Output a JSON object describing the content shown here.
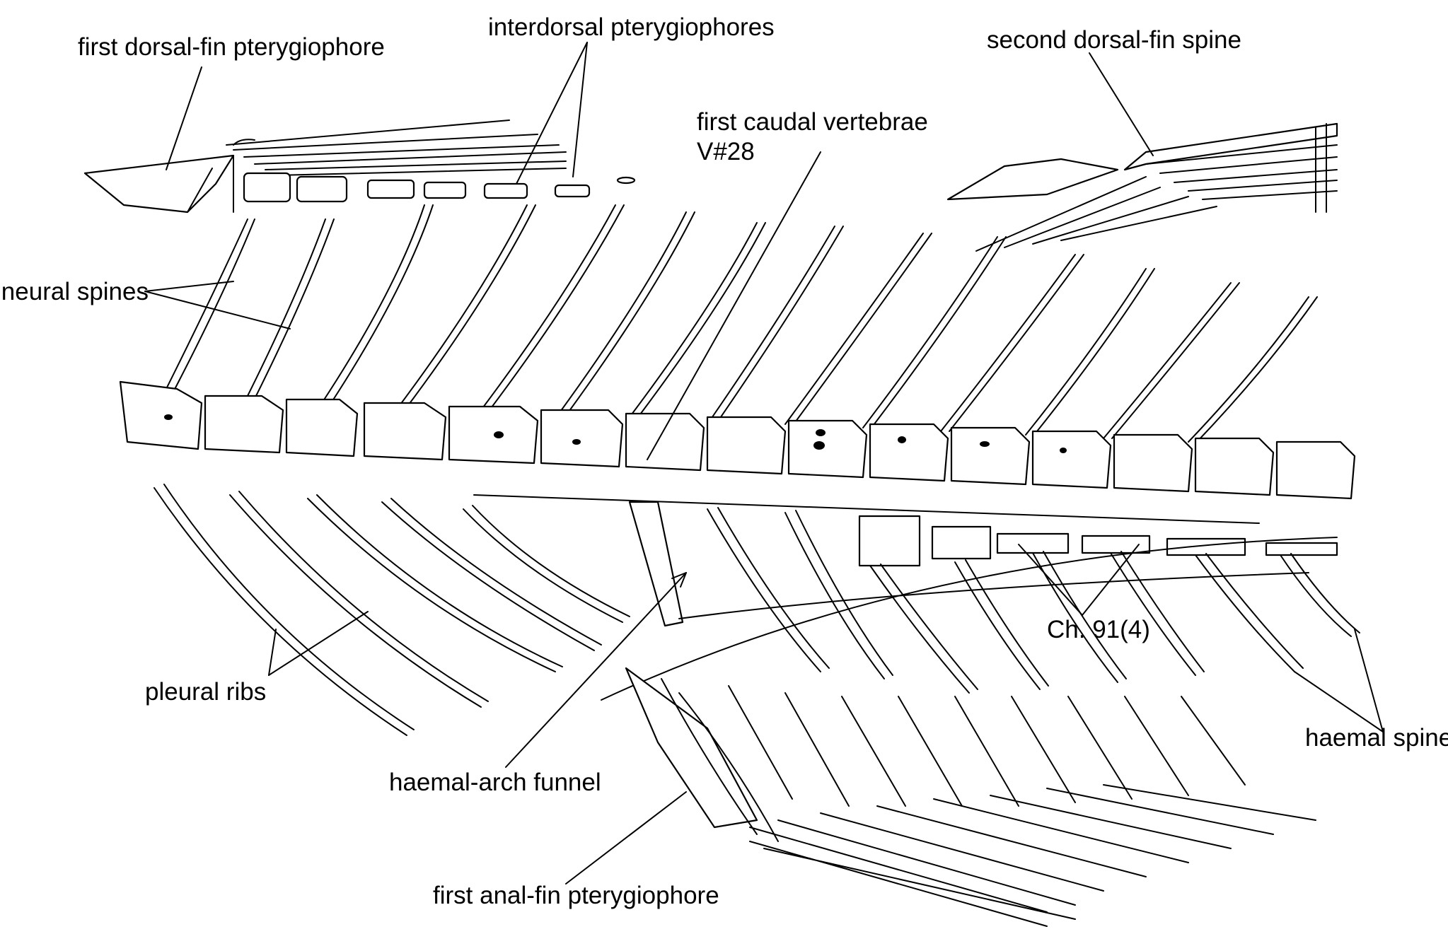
{
  "labels": {
    "first_dorsal_fin_pterygiophore": "first dorsal-fin pterygiophore",
    "interdorsal_pterygiophores": "interdorsal  pterygiophores",
    "second_dorsal_fin_spine": "second dorsal-fin  spine",
    "first_caudal_vertebrae": "first caudal vertebrae",
    "vertebra_number": "V#28",
    "neural_spines": "neural spines",
    "pleural_ribs": "pleural ribs",
    "haemal_arch_funnel": "haemal-arch funnel",
    "character_ref": "Ch. 91(4)",
    "haemal_spines": "haemal spines",
    "first_anal_fin_pterygiophore": "first anal-fin pterygiophore"
  },
  "colors": {
    "ink": "#000000",
    "paper": "#ffffff"
  }
}
